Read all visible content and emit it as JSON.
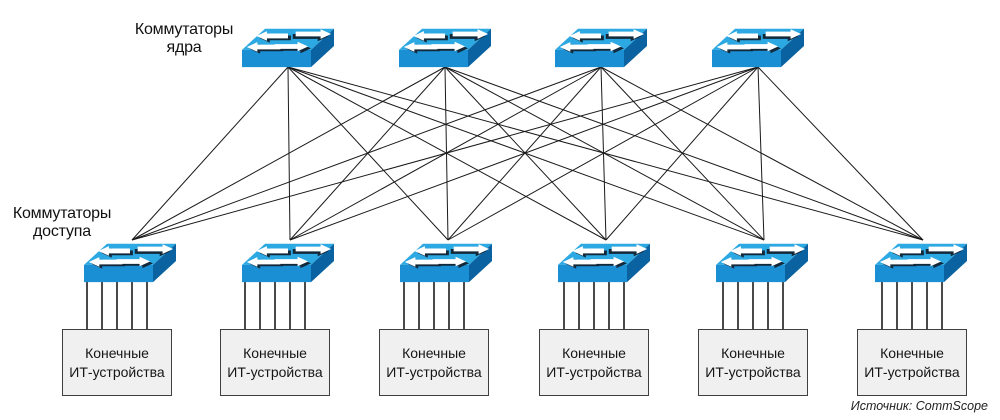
{
  "labels": {
    "core_line1": "Коммутаторы",
    "core_line2": "ядра",
    "access_line1": "Коммутаторы",
    "access_line2": "доступа",
    "end_device_line1": "Конечные",
    "end_device_line2": "ИТ-устройства",
    "source": "Источник: CommScope"
  },
  "topology": {
    "diagram_type": "core-access network topology (full mesh)",
    "core_switch_count": 4,
    "access_switch_count": 6,
    "end_device_group_count": 6,
    "core_to_access_links": 24,
    "access_to_device_links_each": 5
  },
  "colors": {
    "switch_top": "#2CA8E2",
    "switch_front": "#1B8FD4",
    "switch_side": "#0A62A0",
    "switch_arrow": "#ffffff",
    "switch_arrow_shadow": "#13293a",
    "mesh_link_line": "#1a1a1a",
    "device_link_line": "#4a4a4a",
    "device_box_fill": "#f0f0f0",
    "device_box_border": "#3f3f3f",
    "text": "#111111"
  }
}
